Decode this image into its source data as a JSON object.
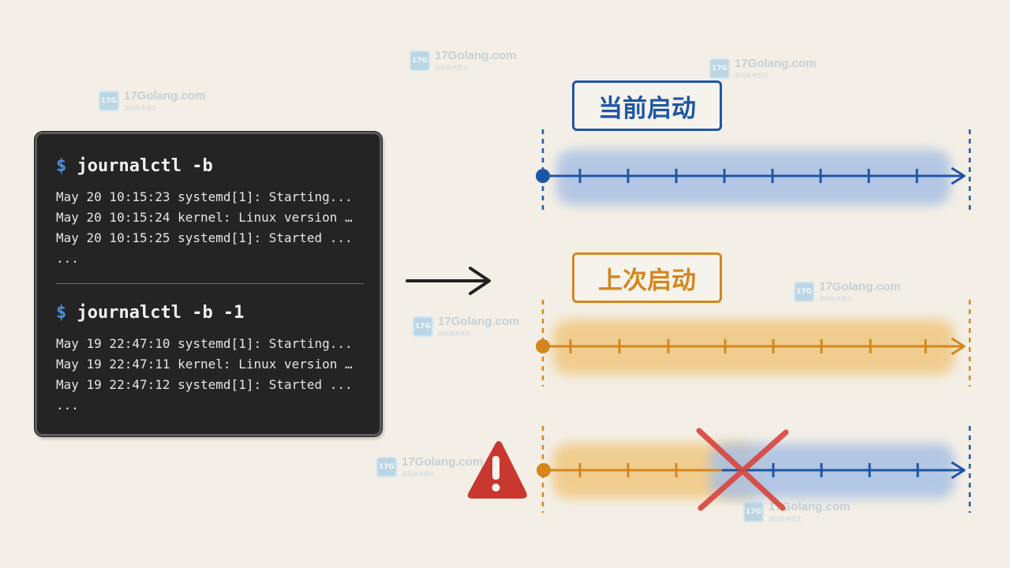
{
  "watermark": {
    "text": "17Golang.com",
    "subtext": "源码技术图文",
    "logo_text": "17G"
  },
  "terminal": {
    "blocks": [
      {
        "prompt": "$",
        "command": "journalctl -b",
        "lines": [
          "May 20 10:15:23 systemd[1]: Starting...",
          "May 20 10:15:24 kernel: Linux version …",
          "May 20 10:15:25 systemd[1]: Started ...",
          "..."
        ]
      },
      {
        "prompt": "$",
        "command": "journalctl -b -1",
        "lines": [
          "May 19 22:47:10 systemd[1]: Starting...",
          "May 19 22:47:11 kernel: Linux version …",
          "May 19 22:47:12 systemd[1]: Started ...",
          "..."
        ]
      }
    ]
  },
  "timelines": {
    "current": {
      "label": "当前启动"
    },
    "previous": {
      "label": "上次启动"
    },
    "colors": {
      "current": "#1d56a6",
      "previous": "#d4861d",
      "current_band": "#a9c0e3",
      "previous_band": "#f0c57a",
      "cross": "#d8443c",
      "warning": "#c9382f"
    },
    "icons": [
      "warning-icon",
      "cross-icon",
      "arrow-right-icon"
    ]
  }
}
